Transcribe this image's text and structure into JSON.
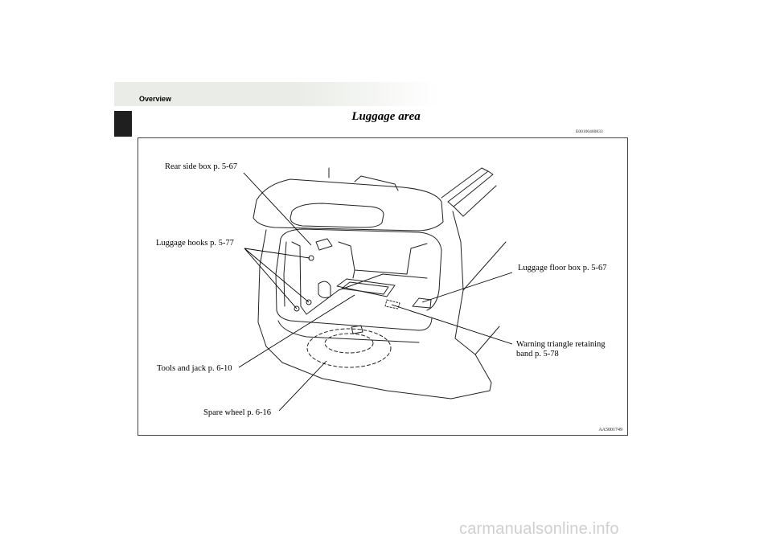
{
  "header": {
    "section_title": "Overview",
    "page_heading": "Luggage area",
    "doc_code": "E00100400833"
  },
  "figure": {
    "labels": {
      "rear_side_box": "Rear side box p. 5-67",
      "luggage_hooks": "Luggage hooks p. 5-77",
      "luggage_floor_box": "Luggage floor box p. 5-67",
      "warning_triangle_line1": "Warning triangle retaining",
      "warning_triangle_line2": "band p. 5-78",
      "tools_and_jack": "Tools and jack p. 6-10",
      "spare_wheel": "Spare wheel p. 6-16"
    },
    "figure_code": "AA5001749"
  },
  "footer": {
    "watermark": "carmanualsonline.info"
  }
}
